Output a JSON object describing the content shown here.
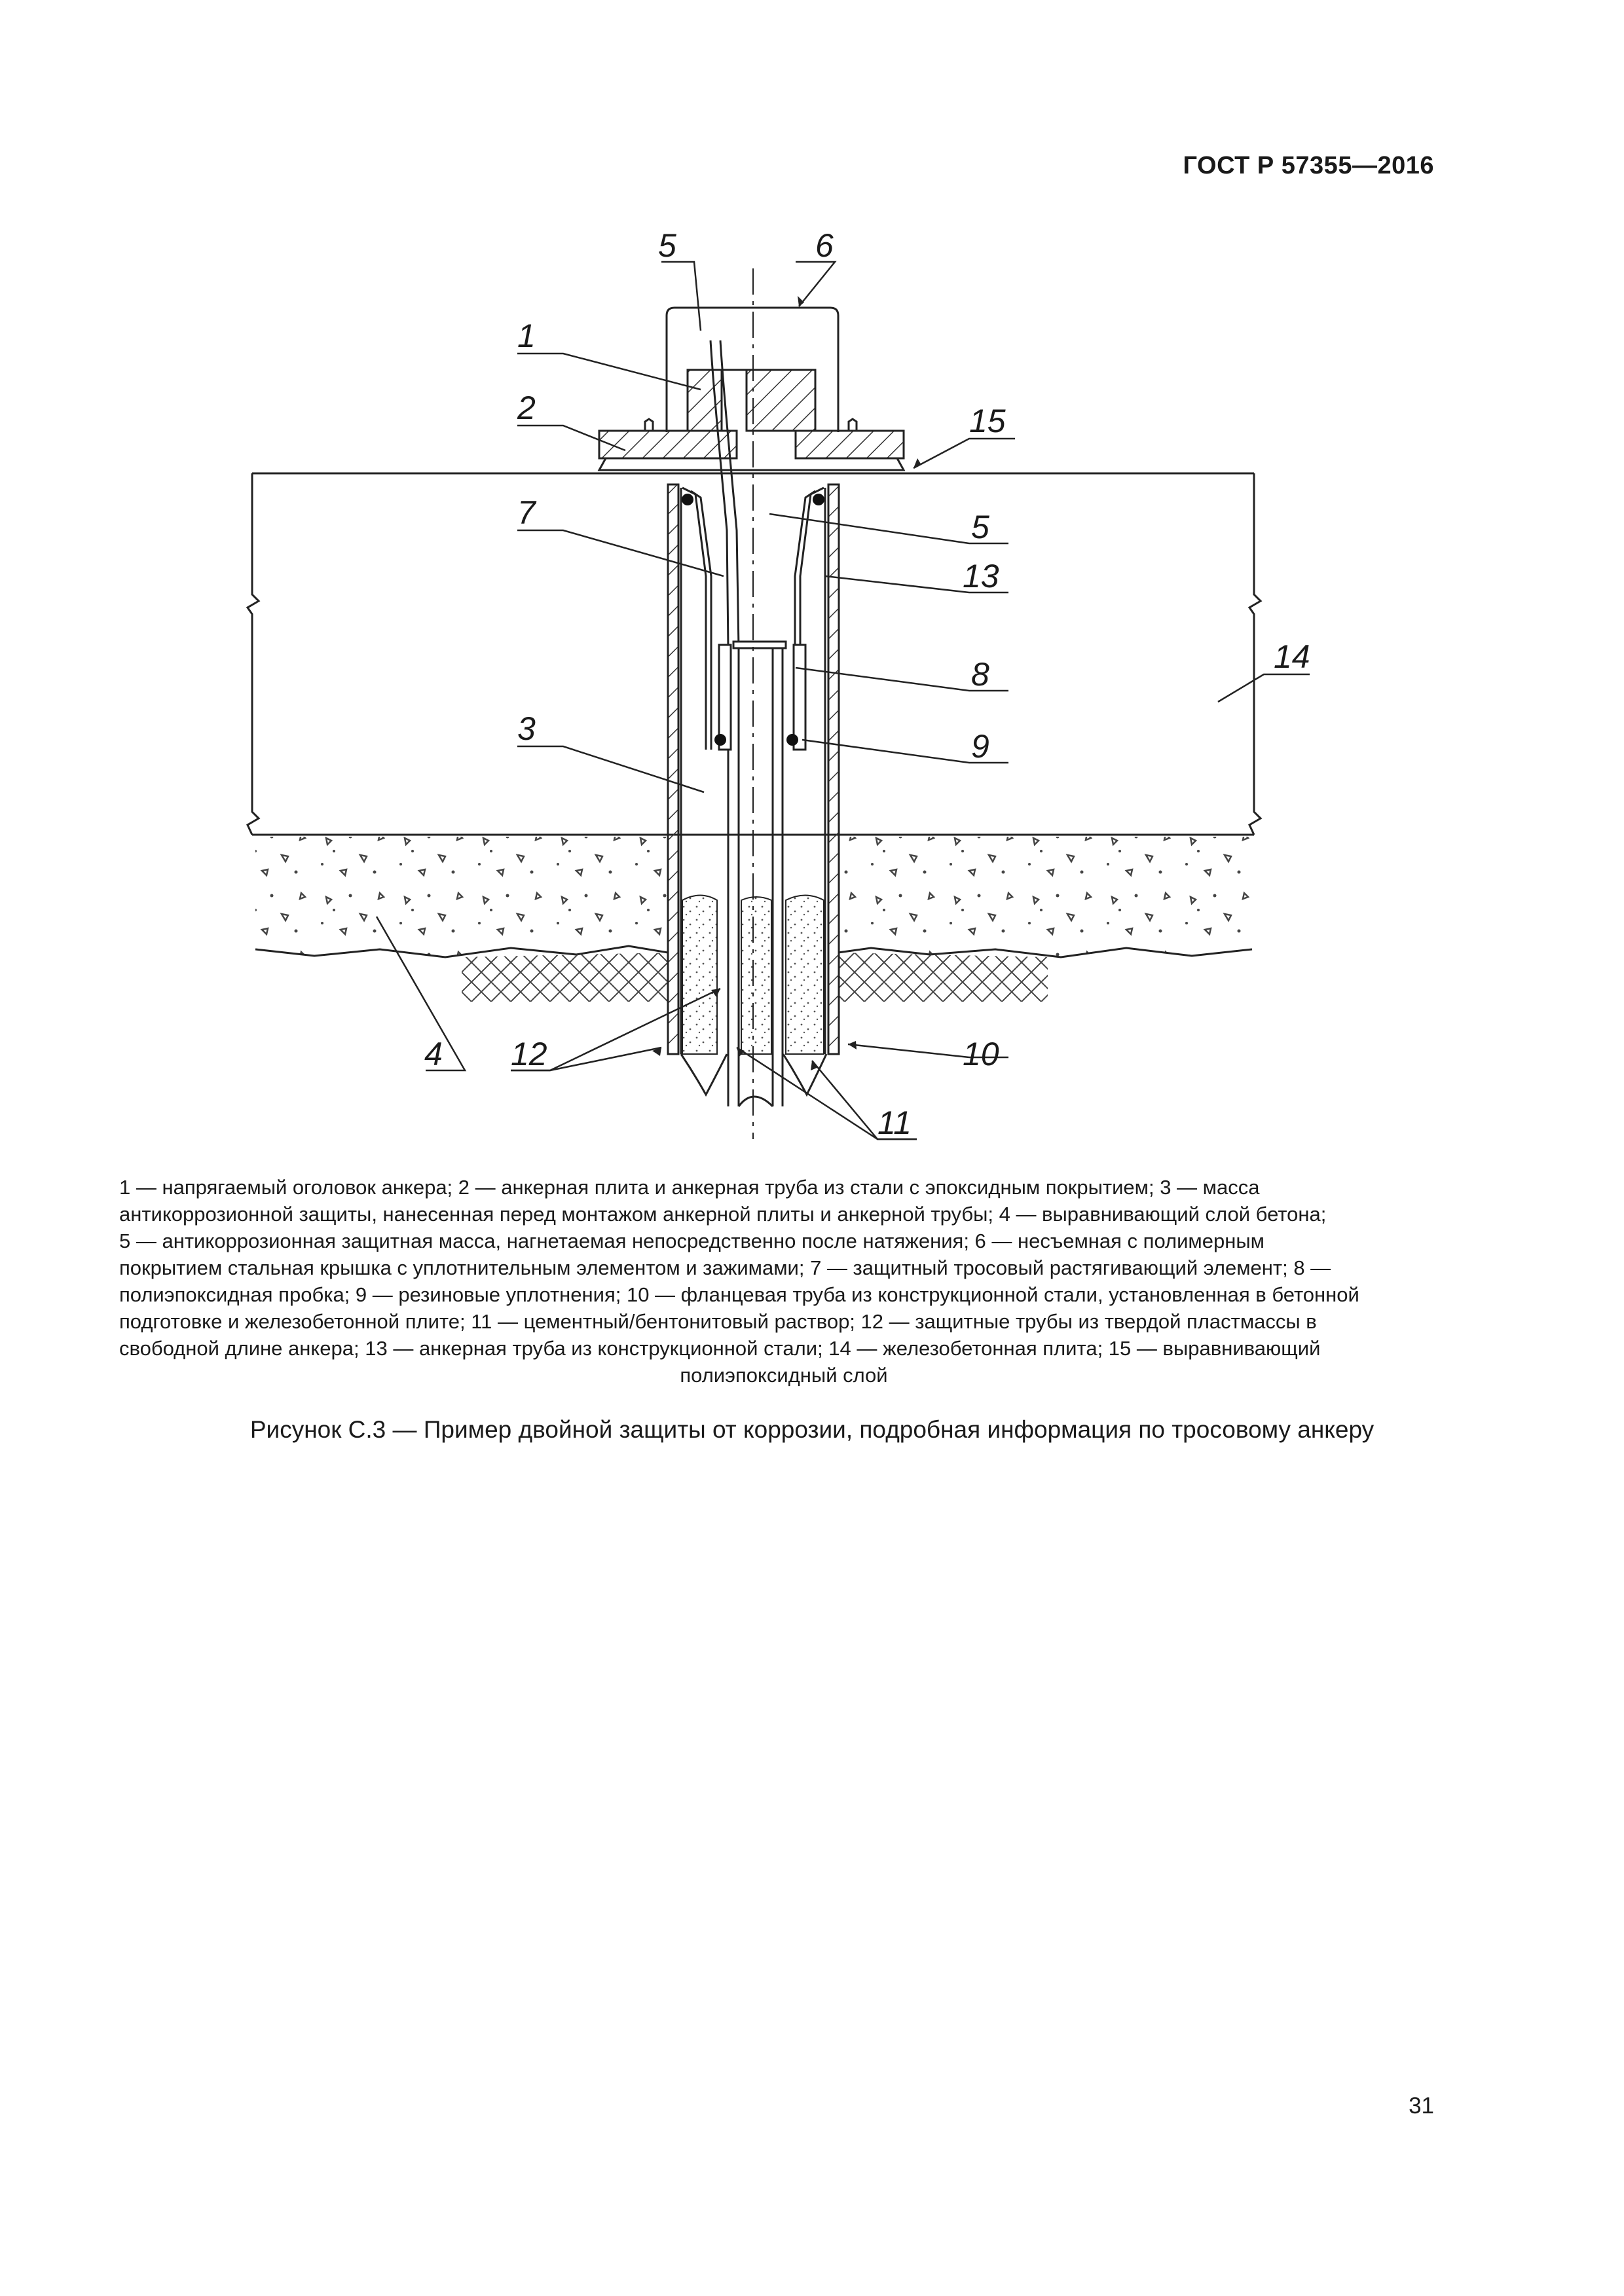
{
  "header": {
    "document_code": "ГОСТ Р 57355—2016"
  },
  "figure": {
    "callouts": [
      "5",
      "6",
      "1",
      "2",
      "15",
      "7",
      "5",
      "13",
      "14",
      "8",
      "3",
      "9",
      "4",
      "12",
      "10",
      "11"
    ]
  },
  "legend": {
    "lines": [
      "1 — напрягаемый оголовок анкера; 2 — анкерная плита и анкерная труба из стали с эпоксидным покрытием; 3 — масса",
      "антикоррозионной защиты, нанесенная перед монтажом анкерной плиты и анкерной трубы; 4 — выравнивающий слой бетона;",
      "5 — антикоррозионная защитная масса, нагнетаемая непосредственно после натяжения; 6 — несъемная с полимерным",
      "покрытием стальная крышка с уплотнительным элементом и зажимами; 7 — защитный тросовый растягивающий элемент; 8 —",
      "полиэпоксидная пробка; 9 — резиновые уплотнения; 10 — фланцевая труба из конструкционной стали, установленная в бетонной",
      "подготовке и железобетонной плите; 11 — цементный/бентонитовый раствор; 12 — защитные трубы из твердой пластмассы в",
      "свободной длине анкера; 13 — анкерная труба из конструкционной стали; 14 — железобетонная плита; 15 — выравнивающий",
      "полиэпоксидный слой"
    ]
  },
  "caption": "Рисунок С.3 — Пример двойной защиты от коррозии, подробная информация по тросовому анкеру",
  "page_number": "31"
}
